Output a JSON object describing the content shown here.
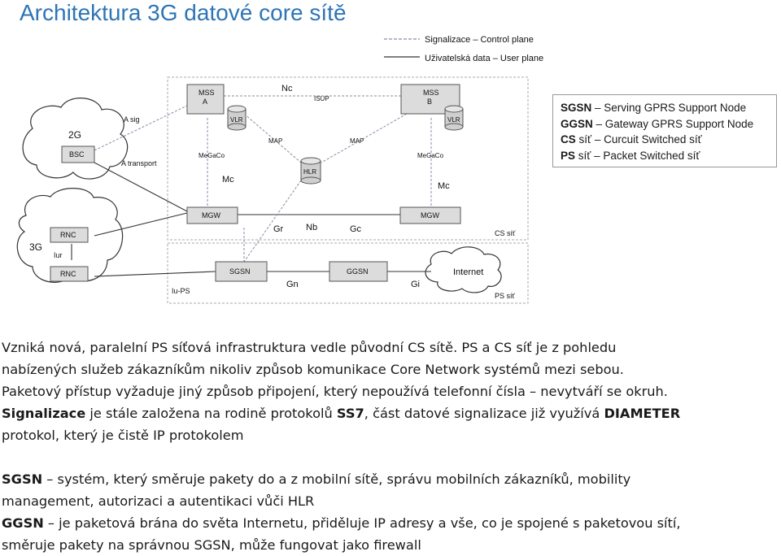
{
  "title": "Architektura 3G datové core sítě",
  "legend_lines": {
    "signalizace": "Signalizace – Control plane",
    "user_data": "Uživatelská data – User plane"
  },
  "info_box": [
    {
      "abbr": "SGSN",
      "text": " – Serving GPRS Support Node"
    },
    {
      "abbr": "GGSN",
      "text": " – Gateway GPRS Support Node"
    },
    {
      "abbr": "CS",
      "text": " síť – Curcuit Switched síť"
    },
    {
      "abbr": "PS",
      "text": " síť – Packet Switched síť"
    }
  ],
  "diagram": {
    "clouds": {
      "net_2g": "2G",
      "net_3g": "3G",
      "internet": "Internet"
    },
    "nodes": {
      "bsc": "BSC",
      "rnc_top": "RNC",
      "rnc_bottom": "RNC",
      "mss_a": "MSS\nA",
      "mss_b": "MSS\nB",
      "vlr_a": "VLR",
      "vlr_b": "VLR",
      "hlr": "HLR",
      "mgw_a": "MGW",
      "mgw_b": "MGW",
      "sgsn": "SGSN",
      "ggsn": "GGSN"
    },
    "interfaces": {
      "a_sig": "A sig",
      "a_transport": "A transport",
      "nc": "Nc",
      "isup": "ISUP",
      "map_a": "MAP",
      "map_b": "MAP",
      "megaco_a": "MeGaCo",
      "megaco_b": "MeGaCo",
      "mc_a": "Mc",
      "mc_b": "Mc",
      "gr": "Gr",
      "nb": "Nb",
      "gc": "Gc",
      "gn": "Gn",
      "gi": "Gi",
      "iur": "Iur",
      "iu_ps": "Iu-PS"
    },
    "domains": {
      "cs": "CS síť",
      "ps": "PS síť"
    }
  },
  "paragraphs": [
    {
      "segments": [
        {
          "t": "Vzniká nová, paralelní PS síťová infrastruktura vedle původní CS sítě. PS a CS síť je z pohledu"
        }
      ]
    },
    {
      "segments": [
        {
          "t": "nabízených služeb zákazníkům nikoliv způsob komunikace Core Network systémů mezi sebou."
        }
      ]
    },
    {
      "segments": [
        {
          "t": "Paketový přístup vyžaduje jiný způsob připojení, který nepoužívá telefonní čísla – nevytváří se okruh."
        }
      ]
    },
    {
      "segments": [
        {
          "t": "Signalizace",
          "b": true
        },
        {
          "t": " je stále založena na rodině protokolů "
        },
        {
          "t": "SS7",
          "b": true
        },
        {
          "t": ", část datové signalizace již využívá "
        },
        {
          "t": "DIAMETER",
          "b": true
        }
      ]
    },
    {
      "segments": [
        {
          "t": "protokol, který je čistě IP protokolem"
        }
      ]
    },
    {
      "gap": true
    },
    {
      "segments": [
        {
          "t": "SGSN",
          "b": true
        },
        {
          "t": " – systém, který směruje pakety do a z mobilní sítě, správu mobilních zákazníků, mobility"
        }
      ]
    },
    {
      "segments": [
        {
          "t": "management, autorizaci a autentikaci vůči HLR"
        }
      ]
    },
    {
      "segments": [
        {
          "t": "GGSN",
          "b": true
        },
        {
          "t": " – je paketová brána do světa Internetu, přiděluje IP adresy a vše, co je spojené s paketovou sítí,"
        }
      ]
    },
    {
      "segments": [
        {
          "t": "směruje pakety na správnou SGSN, může fungovat jako firewall"
        }
      ]
    }
  ]
}
